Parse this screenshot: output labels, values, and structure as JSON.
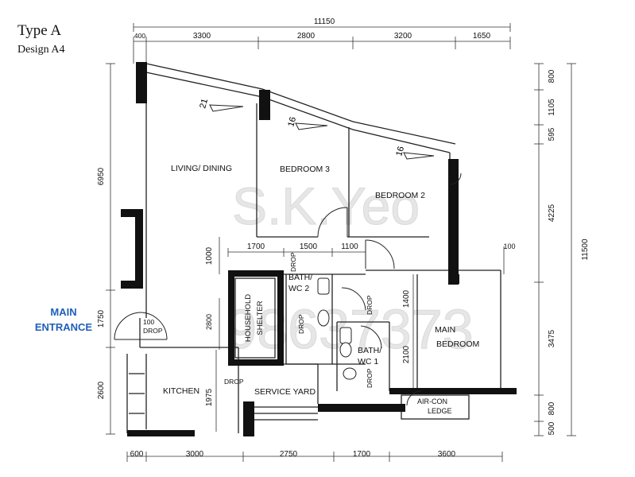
{
  "header": {
    "type": "Type A",
    "design": "Design  A4"
  },
  "entrance": {
    "line1": "MAIN",
    "line2": "ENTRANCE"
  },
  "rooms": {
    "living": "LIVING/ DINING",
    "bedroom3": "BEDROOM 3",
    "bedroom2": "BEDROOM 2",
    "household1": "HOUSEHOLD",
    "household2": "SHELTER",
    "bath2a": "BATH/",
    "bath2b": "WC 2",
    "bath1a": "BATH/",
    "bath1b": "WC 1",
    "main1": "MAIN",
    "main2": "BEDROOM",
    "kitchen": "KITCHEN",
    "service": "SERVICE YARD",
    "aircon1": "AIR-CON",
    "aircon2": "LEDGE"
  },
  "drops": {
    "label": "DROP",
    "entrance_num": "100"
  },
  "ceiling": {
    "h21": "21",
    "h16a": "16",
    "h16b": "16"
  },
  "dims": {
    "top_total": "11150",
    "top": [
      "400",
      "3300",
      "2800",
      "3200",
      "1650"
    ],
    "bottom": [
      "600",
      "3000",
      "2750",
      "1700",
      "3600"
    ],
    "left": [
      "6950",
      "1750",
      "2600"
    ],
    "right": [
      "800",
      "1105",
      "595",
      "4225",
      "3475",
      "800",
      "500"
    ],
    "right_total": "11500",
    "inner_row": [
      "1700",
      "1500",
      "1100"
    ],
    "inner_100": "100",
    "v1000": "1000",
    "v2800": "2800",
    "v1400": "1400",
    "v2100": "2100",
    "v1975": "1975"
  },
  "watermark": {
    "name": "S.K.Yeo",
    "phone": "98637373"
  },
  "colors": {
    "wall": "#111111",
    "line": "#222222",
    "entrance": "#1f5fb8",
    "watermark": "#c8c8c8"
  }
}
